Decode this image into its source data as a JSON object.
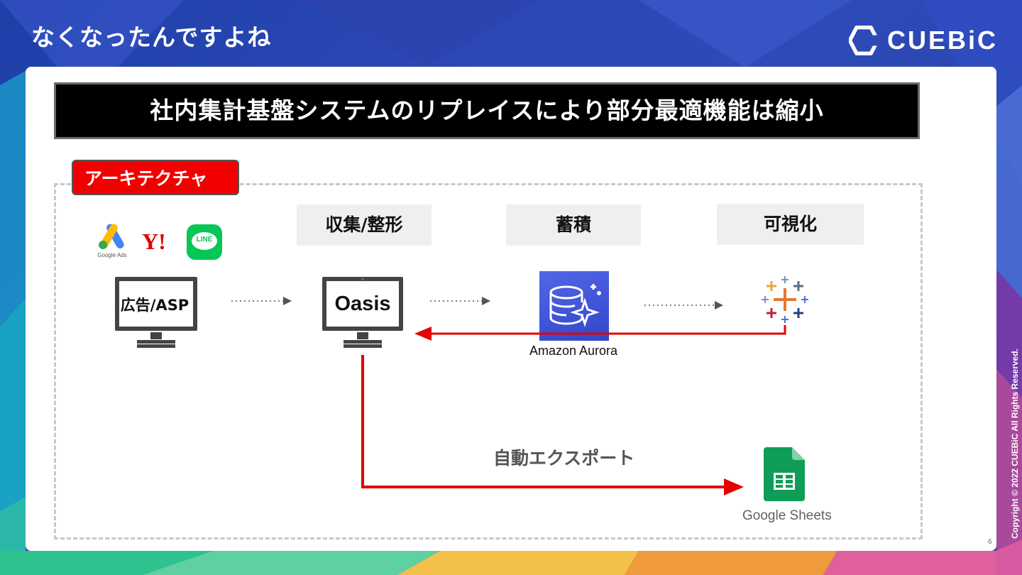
{
  "slide": {
    "headline": "なくなったんですよね",
    "logo_text": "CUEBiC",
    "title": "社内集計基盤システムのリプレイスにより部分最適機能は縮小",
    "section_tag": "アーキテクチャ",
    "stages": [
      "収集/整形",
      "蓄積",
      "可視化"
    ],
    "source_label": "広告/ASP",
    "oasis_label": "Oasis",
    "aurora_label": "Amazon Aurora",
    "export_label": "自動エクスポート",
    "sheets_label": "Google Sheets",
    "google_ads_label": "Google Ads",
    "line_icon_text": "LINE",
    "yahoo_icon_text": "Y!",
    "copyright": "Copyright © 2022 CUEBiC All Rights Reserved.",
    "page_number": "6"
  },
  "colors": {
    "accent_red": "#f20000",
    "line_green": "#06c755",
    "sheets_green": "#0f9d58",
    "aws_blue": "#3f54d6"
  },
  "icons": [
    "google-ads-icon",
    "yahoo-icon",
    "line-icon",
    "monitor-icon",
    "aurora-database-icon",
    "tableau-icon",
    "google-sheets-icon",
    "cuebic-logo-icon"
  ]
}
